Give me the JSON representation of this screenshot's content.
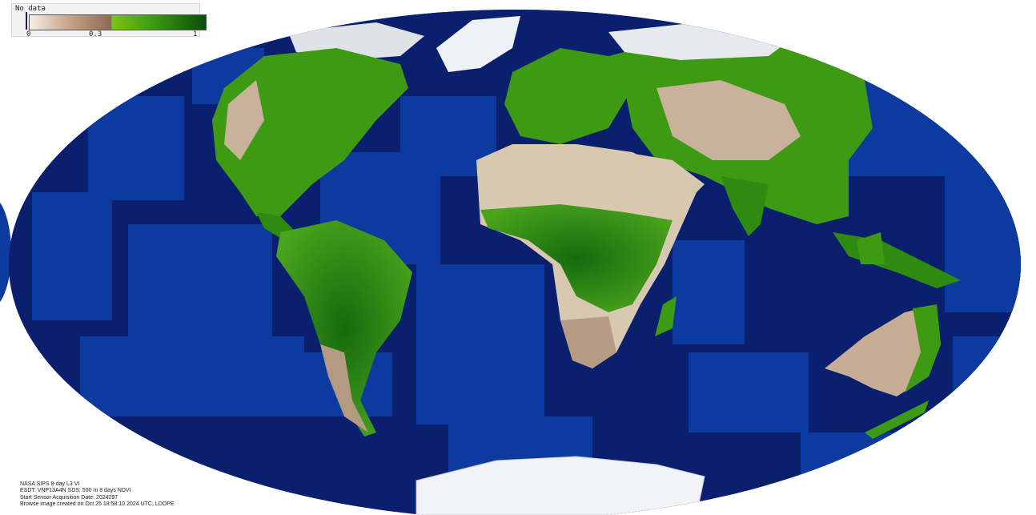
{
  "legend": {
    "no_data_label": "No data",
    "ticks": [
      "0",
      "0.3",
      "1"
    ],
    "gradient": [
      "#f4efe6",
      "#c8a48a",
      "#8c6a55",
      "#7cc21a",
      "#3d9a12",
      "#0a4d0a"
    ]
  },
  "footer": {
    "lines": [
      "NASA SIPS 8-day L3 VI",
      "ESDT: VNP13A4N    SDS: 500 m 8 days NDVI",
      "Start Sensor Acquisition Date: 2024297",
      "Browse image created on Oct 25 18:58:10 2024 UTC, LDOPE"
    ]
  },
  "colors": {
    "ocean_dark": "#0a1f6e",
    "ocean_light": "#0d3a9e",
    "desert": "#d7c7ae",
    "barren": "#a58468",
    "vegetation": "#3d9a12",
    "dense_vegetation": "#166a0e",
    "ice": "#eef1f5"
  }
}
